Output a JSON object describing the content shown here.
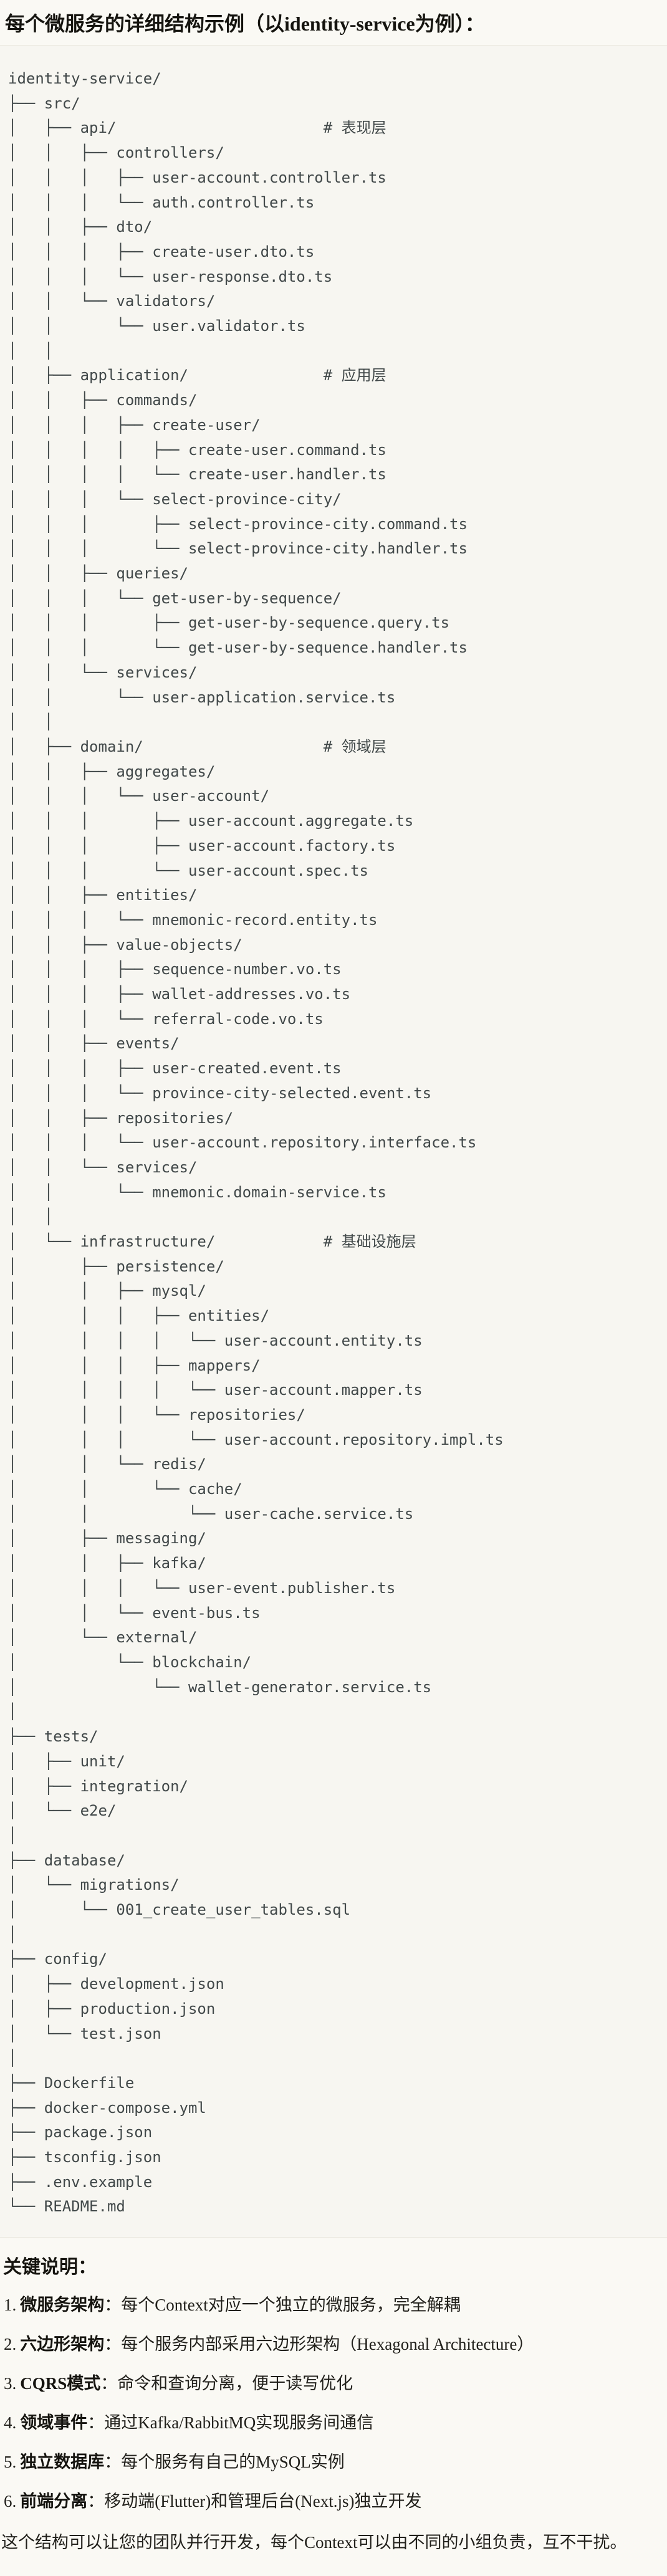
{
  "page": {
    "title": "每个微服务的详细结构示例（以identity-service为例）：",
    "notes_heading": "关键说明：",
    "closing": "这个结构可以让您的团队并行开发，每个Context可以由不同的小组负责，互不干扰。"
  },
  "colors": {
    "page_background": "#faf9f4",
    "code_background": "#f7f6f1",
    "code_text": "#414849",
    "border": "#e7e4db",
    "heading_text": "#15140f"
  },
  "tree": {
    "comments": [
      "# 表现层",
      "# 应用层",
      "# 领域层",
      "# 基础设施层"
    ],
    "lines": [
      "identity-service/",
      "├── src/",
      "│   ├── api/                       # 表现层",
      "│   │   ├── controllers/",
      "│   │   │   ├── user-account.controller.ts",
      "│   │   │   └── auth.controller.ts",
      "│   │   ├── dto/",
      "│   │   │   ├── create-user.dto.ts",
      "│   │   │   └── user-response.dto.ts",
      "│   │   └── validators/",
      "│   │       └── user.validator.ts",
      "│   │",
      "│   ├── application/               # 应用层",
      "│   │   ├── commands/",
      "│   │   │   ├── create-user/",
      "│   │   │   │   ├── create-user.command.ts",
      "│   │   │   │   └── create-user.handler.ts",
      "│   │   │   └── select-province-city/",
      "│   │   │       ├── select-province-city.command.ts",
      "│   │   │       └── select-province-city.handler.ts",
      "│   │   ├── queries/",
      "│   │   │   └── get-user-by-sequence/",
      "│   │   │       ├── get-user-by-sequence.query.ts",
      "│   │   │       └── get-user-by-sequence.handler.ts",
      "│   │   └── services/",
      "│   │       └── user-application.service.ts",
      "│   │",
      "│   ├── domain/                    # 领域层",
      "│   │   ├── aggregates/",
      "│   │   │   └── user-account/",
      "│   │   │       ├── user-account.aggregate.ts",
      "│   │   │       ├── user-account.factory.ts",
      "│   │   │       └── user-account.spec.ts",
      "│   │   ├── entities/",
      "│   │   │   └── mnemonic-record.entity.ts",
      "│   │   ├── value-objects/",
      "│   │   │   ├── sequence-number.vo.ts",
      "│   │   │   ├── wallet-addresses.vo.ts",
      "│   │   │   └── referral-code.vo.ts",
      "│   │   ├── events/",
      "│   │   │   ├── user-created.event.ts",
      "│   │   │   └── province-city-selected.event.ts",
      "│   │   ├── repositories/",
      "│   │   │   └── user-account.repository.interface.ts",
      "│   │   └── services/",
      "│   │       └── mnemonic.domain-service.ts",
      "│   │",
      "│   └── infrastructure/            # 基础设施层",
      "│       ├── persistence/",
      "│       │   ├── mysql/",
      "│       │   │   ├── entities/",
      "│       │   │   │   └── user-account.entity.ts",
      "│       │   │   ├── mappers/",
      "│       │   │   │   └── user-account.mapper.ts",
      "│       │   │   └── repositories/",
      "│       │   │       └── user-account.repository.impl.ts",
      "│       │   └── redis/",
      "│       │       └── cache/",
      "│       │           └── user-cache.service.ts",
      "│       ├── messaging/",
      "│       │   ├── kafka/",
      "│       │   │   └── user-event.publisher.ts",
      "│       │   └── event-bus.ts",
      "│       └── external/",
      "│           └── blockchain/",
      "│               └── wallet-generator.service.ts",
      "│",
      "├── tests/",
      "│   ├── unit/",
      "│   ├── integration/",
      "│   └── e2e/",
      "│",
      "├── database/",
      "│   └── migrations/",
      "│       └── 001_create_user_tables.sql",
      "│",
      "├── config/",
      "│   ├── development.json",
      "│   ├── production.json",
      "│   └── test.json",
      "│",
      "├── Dockerfile",
      "├── docker-compose.yml",
      "├── package.json",
      "├── tsconfig.json",
      "├── .env.example",
      "└── README.md"
    ]
  },
  "notes": [
    {
      "num": "1.",
      "label": "微服务架构",
      "colon": "：",
      "text": "每个Context对应一个独立的微服务，完全解耦"
    },
    {
      "num": "2.",
      "label": "六边形架构",
      "colon": "：",
      "text": "每个服务内部采用六边形架构（Hexagonal Architecture）"
    },
    {
      "num": "3.",
      "label": "CQRS模式",
      "colon": "：",
      "text": "命令和查询分离，便于读写优化"
    },
    {
      "num": "4.",
      "label": "领域事件",
      "colon": "：",
      "text": "通过Kafka/RabbitMQ实现服务间通信"
    },
    {
      "num": "5.",
      "label": "独立数据库",
      "colon": "：",
      "text": "每个服务有自己的MySQL实例"
    },
    {
      "num": "6.",
      "label": "前端分离",
      "colon": "：",
      "text": "移动端(Flutter)和管理后台(Next.js)独立开发"
    }
  ]
}
